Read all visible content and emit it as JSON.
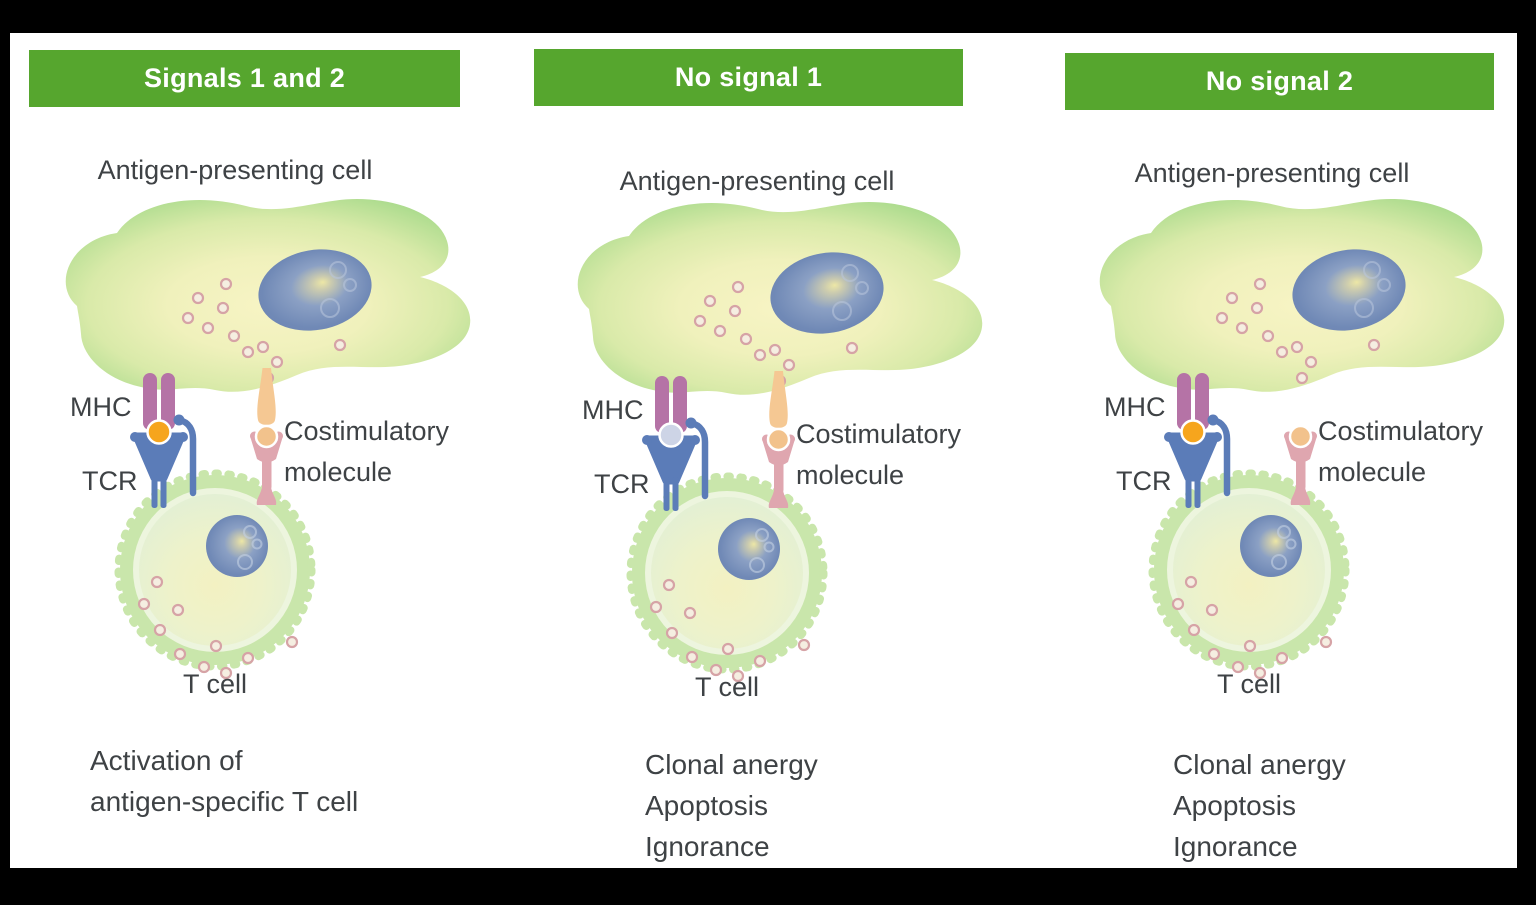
{
  "colors": {
    "background": "#000000",
    "canvas": "#ffffff",
    "banner_green": "#56A62E",
    "banner_text": "#ffffff",
    "text": "#3E4245",
    "apc_membrane_green": "#ABDB8D",
    "apc_cytoplasm_yellow": "#F7F4C4",
    "nucleus_blue": "#7089B6",
    "vesicle_ring_pink": "#D6A3A6",
    "mhc_purple": "#B573A6",
    "tcr_blue": "#5B7CB8",
    "antigen_orange": "#F6A51D",
    "no_antigen_gray": "#CDD4E6",
    "costim_ligand_tan": "#F5C893",
    "costim_head_tan": "#F2C28C",
    "costim_receptor_pink": "#DFA6AF",
    "tcell_membrane_green": "#C9E6AB"
  },
  "shared": {
    "apc_label": "Antigen-presenting cell",
    "mhc_label": "MHC",
    "tcr_label": "TCR",
    "costim_label_line1": "Costimulatory",
    "costim_label_line2": "molecule",
    "tcell_label": "T cell"
  },
  "panels": [
    {
      "title": "Signals 1 and 2",
      "signal1_antigen_present": true,
      "signal2_costim_present": true,
      "outcome": "Activation of\nantigen-specific T cell"
    },
    {
      "title": "No signal 1",
      "signal1_antigen_present": false,
      "signal2_costim_present": true,
      "outcome": "Clonal anergy\nApoptosis\nIgnorance"
    },
    {
      "title": "No signal 2",
      "signal1_antigen_present": true,
      "signal2_costim_present": false,
      "outcome": "Clonal anergy\nApoptosis\nIgnorance"
    }
  ]
}
